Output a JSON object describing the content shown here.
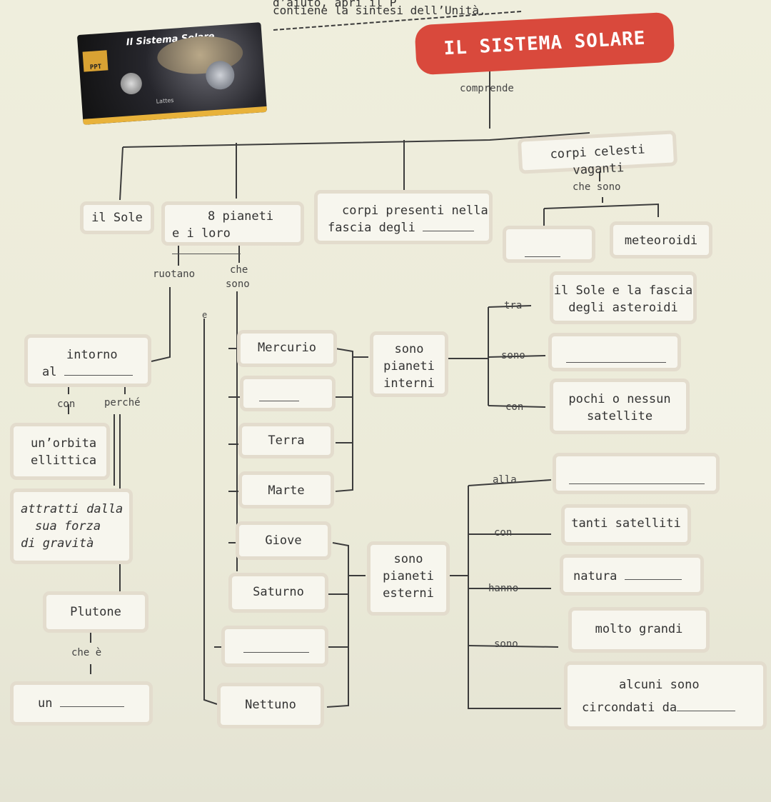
{
  "header": {
    "top_line": "d’aiuto, apri il P",
    "second_line": "contiene la sintesi dell’Unità."
  },
  "thumbnail": {
    "title": "Il Sistema Solare",
    "badge": "PPT",
    "subtitle": "Lattes"
  },
  "diagram": {
    "title": "IL SISTEMA SOLARE",
    "comprende": "comprende",
    "sole": "il Sole",
    "pianeti": {
      "line1": "8 pianeti",
      "line2": "e i loro"
    },
    "fascia": {
      "line1": "corpi presenti nella",
      "line2": "fascia degli"
    },
    "corpi_vaganti": "corpi celesti vaganti",
    "che_sono_top": "che sono",
    "meteoroidi": "meteoroidi",
    "ruotano": "ruotano",
    "che": "che",
    "sono": "sono",
    "e": "e",
    "intorno": {
      "line1": "intorno",
      "line2": "al"
    },
    "con": "con",
    "perche": "perché",
    "orbita": {
      "line1": "un’orbita",
      "line2": "ellittica"
    },
    "attratti": {
      "line1": "attratti dalla",
      "line2": "sua forza",
      "line3": "di gravità"
    },
    "plutone": "Plutone",
    "che_e": "che è",
    "un": "un",
    "planets": {
      "mercurio": "Mercurio",
      "terra": "Terra",
      "marte": "Marte",
      "giove": "Giove",
      "saturno": "Saturno",
      "nettuno": "Nettuno"
    },
    "interni": {
      "line1": "sono",
      "line2": "pianeti",
      "line3": "interni"
    },
    "esterni": {
      "line1": "sono",
      "line2": "pianeti",
      "line3": "esterni"
    },
    "tra": "tra",
    "sono_int": "sono",
    "con_int": "con",
    "sole_fascia": {
      "line1": "il Sole e la fascia",
      "line2": "degli asteroidi"
    },
    "pochi_satelliti": {
      "line1": "pochi o nessun",
      "line2": "satellite"
    },
    "alla": "alla",
    "con_est": "con",
    "hanno": "hanno",
    "sono_est": "sono",
    "tanti_satelliti": "tanti satelliti",
    "natura": "natura",
    "molto_grandi": "molto grandi",
    "circondati": {
      "line1": "alcuni sono",
      "line2": "circondati da"
    }
  }
}
